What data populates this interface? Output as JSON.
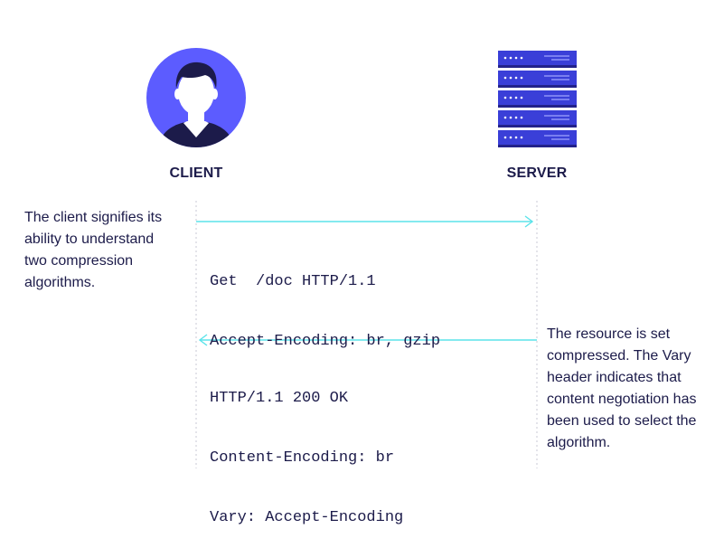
{
  "actors": {
    "client": {
      "label": "CLIENT",
      "icon": "person-avatar-icon"
    },
    "server": {
      "label": "SERVER",
      "icon": "server-rack-icon"
    }
  },
  "colors": {
    "text": "#1c1b4a",
    "arrow": "#5be3ea",
    "lifeline": "#c9c9d4",
    "avatar_bg": "#5c5cff",
    "server_unit": "#3a3fd8",
    "server_dark": "#23228a"
  },
  "notes": {
    "client": "The client signifies its ability to understand two compression algorithms.",
    "server": "The resource is set compressed. The Vary header indicates that content negotiation has been used to select the algorithm."
  },
  "messages": {
    "request": {
      "direction": "client-to-server",
      "lines": [
        "Get  /doc HTTP/1.1",
        "Accept-Encoding: br, gzip"
      ]
    },
    "response": {
      "direction": "server-to-client",
      "lines": [
        "HTTP/1.1 200 OK",
        "Content-Encoding: br",
        "Vary: Accept-Encoding"
      ]
    }
  }
}
